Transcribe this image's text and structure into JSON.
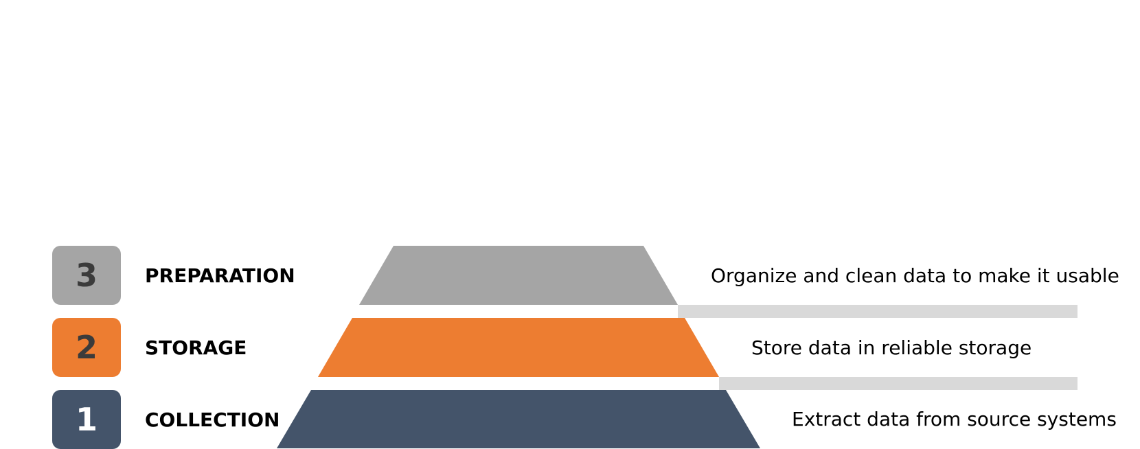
{
  "colors": {
    "level3": "#a5a5a5",
    "level2": "#ed7d31",
    "level1": "#44546a",
    "divider": "#d9d9d9",
    "badge_text_dark": "#3b3b3b",
    "badge_text_light": "#ffffff"
  },
  "levels": [
    {
      "number": "3",
      "title": "PREPARATION",
      "description": "Organize and clean data to make it usable"
    },
    {
      "number": "2",
      "title": "STORAGE",
      "description": "Store data in reliable storage"
    },
    {
      "number": "1",
      "title": "COLLECTION",
      "description": "Extract data from source systems"
    }
  ]
}
